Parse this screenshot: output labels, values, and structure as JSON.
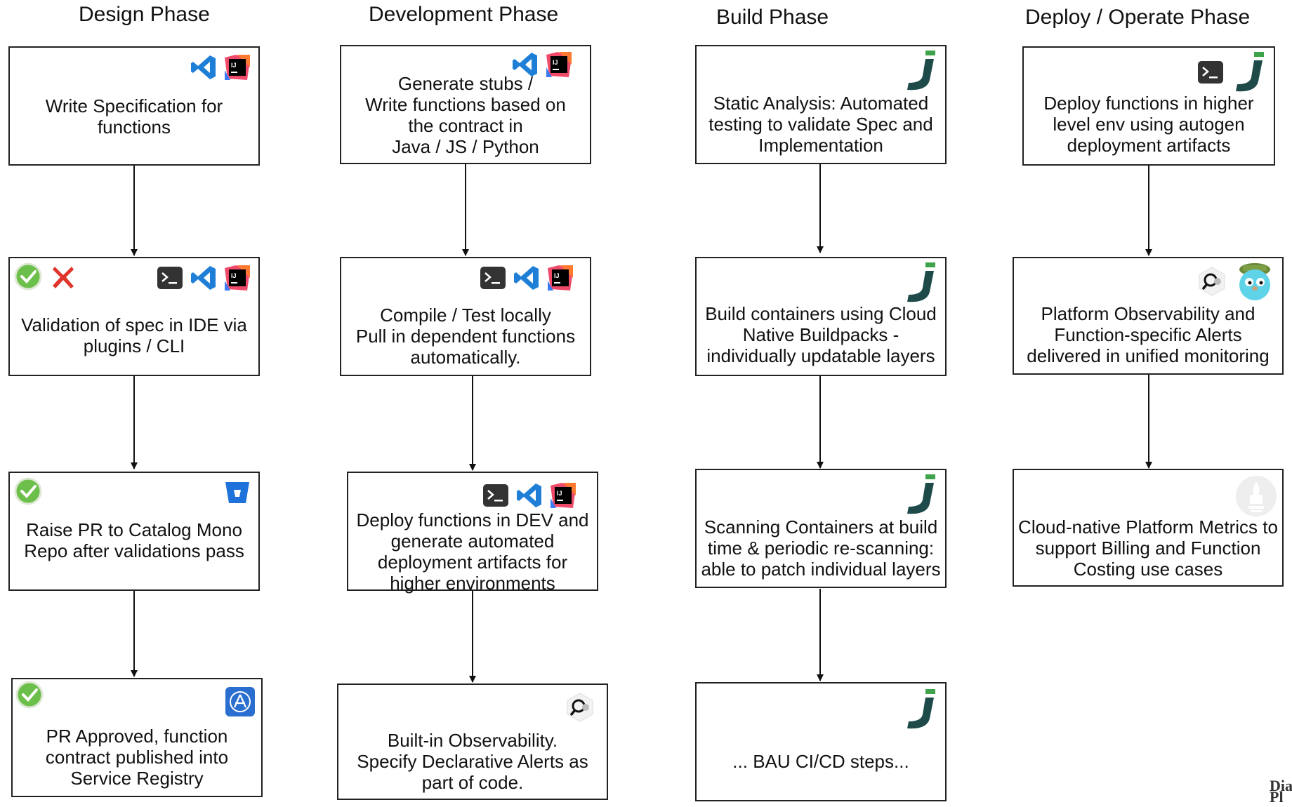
{
  "phases": [
    {
      "title": "Design Phase",
      "boxes": [
        "Write Specification for\nfunctions",
        "Validation of spec in IDE  via\nplugins / CLI",
        "Raise PR to Catalog Mono\nRepo after validations pass",
        "PR Approved, function\ncontract published into\nService Registry"
      ]
    },
    {
      "title": "Development Phase",
      "boxes": [
        "Generate stubs /\nWrite functions based on\nthe contract in\nJava / JS / Python",
        "Compile / Test locally\nPull in dependent functions\nautomatically.",
        "Deploy functions in DEV and\ngenerate automated\ndeployment artifacts for\nhigher environments",
        "Built-in Observability.\nSpecify Declarative Alerts as\npart of code."
      ]
    },
    {
      "title": "Build Phase",
      "boxes": [
        "Static Analysis: Automated\ntesting to validate Spec and\nImplementation",
        "Build containers using Cloud\nNative Buildpacks -\nindividually updatable layers",
        "Scanning Containers at build\ntime & periodic re-scanning:\nable to patch individual layers",
        "... BAU CI/CD steps..."
      ]
    },
    {
      "title": "Deploy / Operate Phase",
      "boxes": [
        "Deploy functions in higher\nlevel env using autogen\ndeployment artifacts",
        "Platform Observability and\nFunction-specific Alerts\ndelivered in unified monitoring",
        "Cloud-native Platform Metrics to\nsupport Billing and Function\nCosting use cases"
      ]
    }
  ],
  "icons": {
    "vscode": "vscode-icon",
    "intellij": "intellij-icon",
    "terminal": "terminal-icon",
    "jenkins_x": "jenkins-x-icon",
    "check": "check-circle-icon",
    "cross": "red-x-icon",
    "bitbucket": "bitbucket-icon",
    "app_store": "app-store-icon",
    "magnifier": "magnifier-icon",
    "gopher": "gopher-icon",
    "prometheus": "prometheus-icon"
  },
  "colors": {
    "vscode_blue": "#1f7fd6",
    "check_green": "#6cbf4a",
    "cross_red": "#e0352b",
    "jx_teal": "#1e4a4a",
    "jx_green": "#3ea34a",
    "bitbucket_blue": "#1e72d9",
    "appstore_blue": "#2a6fd0"
  },
  "watermark": "Dia\nPl"
}
